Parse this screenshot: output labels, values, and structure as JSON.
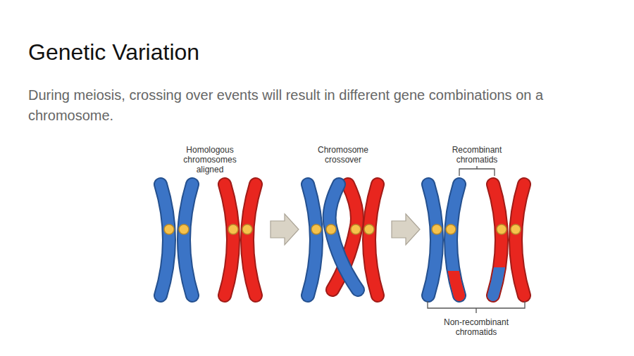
{
  "diagram": {
    "title": "Genetic Variation",
    "labels": [
      "During meiosis, crossing over events will result in different gene combinations on a chromosome.",
      "Homologous chromosomes aligned",
      "Chromosome crossover",
      "Recombinant chromatids",
      "Non-recombinant chromatids"
    ]
  }
}
